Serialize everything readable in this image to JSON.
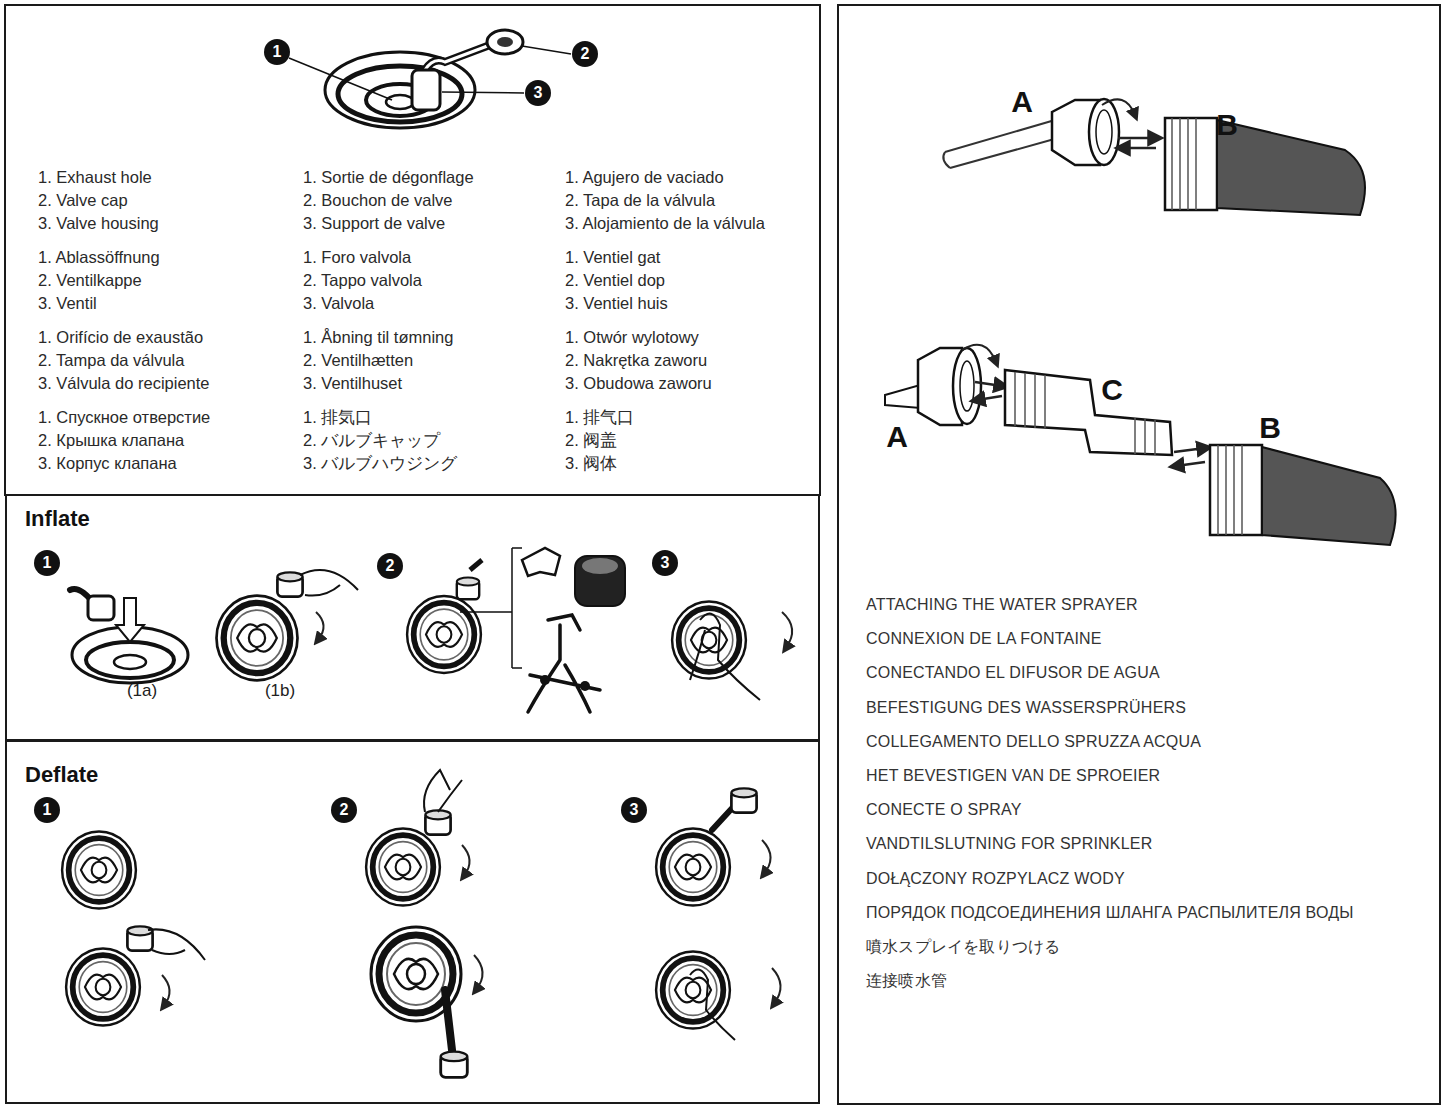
{
  "diagram": {
    "nodes": [
      {
        "text": [
          "1"
        ]
      },
      {
        "text": [
          "2"
        ]
      },
      {
        "text": [
          "3"
        ]
      },
      {
        "text": [
          "Inflate"
        ]
      },
      {
        "text": [
          "1"
        ],
        "in": 3
      },
      {
        "text": [
          "2"
        ],
        "in": 3
      },
      {
        "text": [
          "3"
        ],
        "in": 3
      },
      {
        "text": [
          "Deflate"
        ]
      },
      {
        "text": [
          "1"
        ],
        "in": 7
      },
      {
        "text": [
          "2"
        ],
        "in": 7
      },
      {
        "text": [
          "3"
        ],
        "in": 7
      }
    ],
    "labels": [
      "1. Exhaust hole",
      "2. Valve cap",
      "3. Valve housing",
      "1. Sortie de dégonflage",
      "2. Bouchon de valve",
      "3. Support de valve",
      "1. Agujero de vaciado",
      "2. Tapa de la válvula",
      "3. Alojamiento de la válvula",
      "1. Ablassöffnung",
      "2. Ventilkappe",
      "3. Ventil",
      "1. Foro valvola",
      "2. Tappo valvola",
      "3. Valvola",
      "1. Ventiel gat",
      "2. Ventiel dop",
      "3. Ventiel huis",
      "1. Orifício de exaustão",
      "2. Tampa da válvula",
      "3. Válvula do recipiente",
      "1. Åbning til tømning",
      "2. Ventilhætten",
      "3. Ventilhuset",
      "1. Otwór wylotowy",
      "2. Nakrętka zaworu",
      "3. Obudowa zaworu",
      "1. Спускное отверстие",
      "2. Крышка клапана",
      "3. Корпус клапана",
      "1. 排気口",
      "2. バルブキャップ",
      "3. バルブハウジング",
      "1. 排气口",
      "2. 阀盖",
      "3. 阀体",
      "(1a)",
      "(1b)",
      "A",
      "B",
      "A",
      "C",
      "B",
      "ATTACHING THE WATER SPRAYER",
      "CONNEXION DE LA FONTAINE",
      "CONECTANDO EL DIFUSOR DE AGUA",
      "BEFESTIGUNG DES WASSERSPRÜHERS",
      "COLLEGAMENTO DELLO SPRUZZA ACQUA",
      "HET BEVESTIGEN VAN DE SPROEIER",
      "CONECTE O SPRAY",
      "VANDTILSLUTNING FOR SPRINKLER",
      "DOŁĄCZONY ROZPYLACZ WODY",
      "ПОРЯДОК ПОДСОЕДИНЕНИЯ ШЛАНГА РАСПЫЛИТЕЛЯ ВОДЫ",
      "噴水スプレイを取りつける",
      "连接喷水管"
    ]
  }
}
